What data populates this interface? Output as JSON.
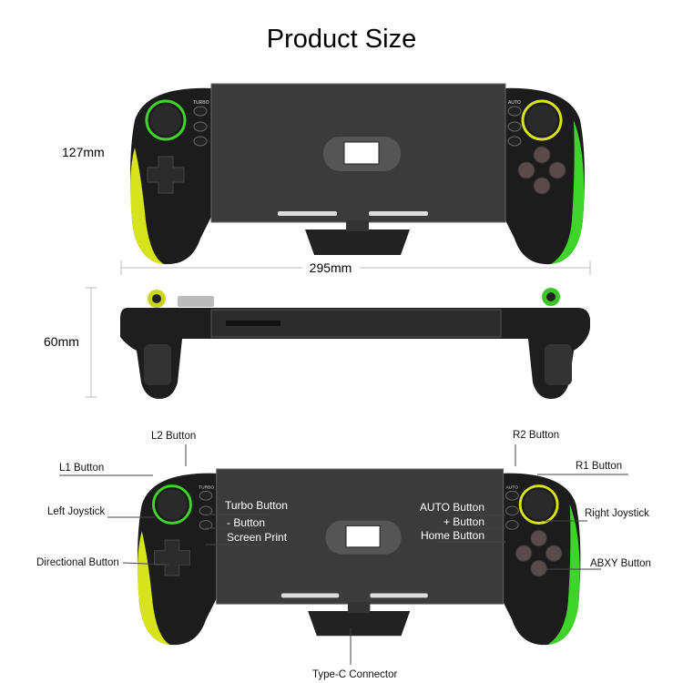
{
  "title": "Product Size",
  "dimensions": {
    "height": "127mm",
    "width": "295mm",
    "depth": "60mm"
  },
  "device_labels": {
    "turbo": "TURBO",
    "auto": "AUTO"
  },
  "callouts": {
    "l2": "L2 Button",
    "l1": "L1 Button",
    "left_joystick": "Left Joystick",
    "directional": "Directional Button",
    "turbo": "Turbo Button",
    "minus": "- Button",
    "screen_print": "Screen Print",
    "auto": "AUTO Button",
    "plus": "+ Button",
    "home": "Home Button",
    "r2": "R2 Button",
    "r1": "R1 Button",
    "right_joystick": "Right Joystick",
    "abxy": "ABXY Button",
    "typec": "Type-C Connector"
  },
  "colors": {
    "body": "#1c1c1c",
    "screen": "#3b3b3b",
    "left_accent": "#d7e31b",
    "right_accent": "#3fd42a",
    "line": "#555555"
  }
}
